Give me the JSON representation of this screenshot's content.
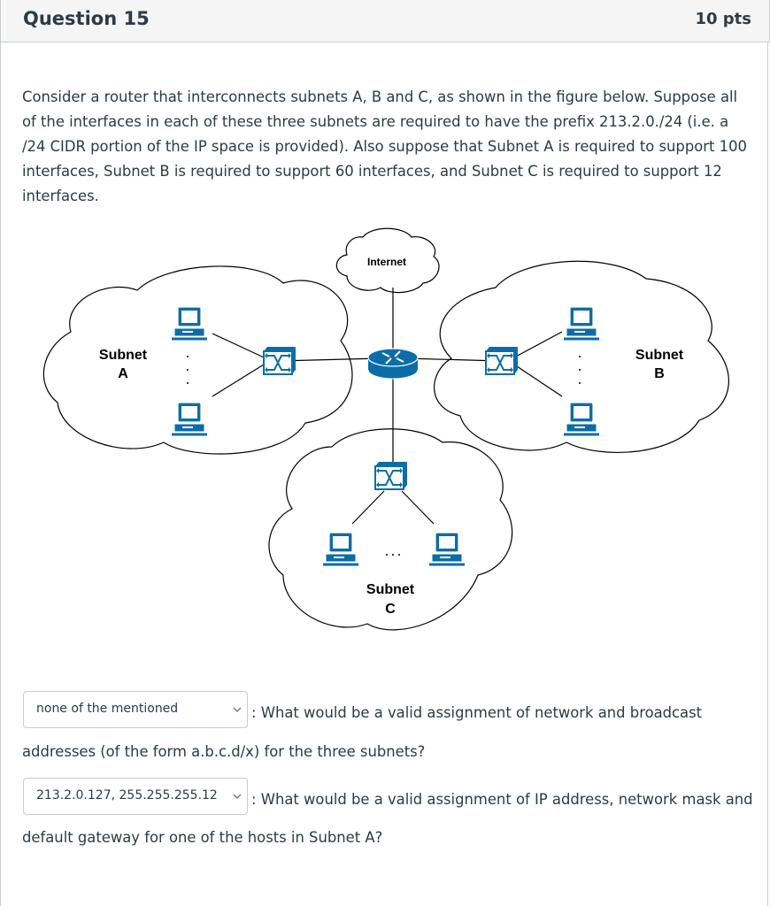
{
  "question": {
    "title": "Question 15",
    "points": "10 pts",
    "text": "Consider a router that interconnects subnets A, B and C, as shown in the figure below. Suppose all of the interfaces in each of these three subnets are required to have the prefix 213.2.0./24 (i.e. a /24 CIDR portion of the IP space is provided). Also suppose that Subnet A is required to support 100 interfaces, Subnet B is required to support 60 interfaces, and Subnet C is required to support 12 interfaces."
  },
  "diagram": {
    "internet_label": "Internet",
    "subnet_a": [
      "Subnet",
      "A"
    ],
    "subnet_b": [
      "Subnet",
      "B"
    ],
    "subnet_c": [
      "Subnet",
      "C"
    ],
    "colors": {
      "device": "#0b6da8",
      "line": "#000000"
    }
  },
  "answers": [
    {
      "selected": "none of the mentioned",
      "prompt": ": What would be a valid assignment of network and broadcast",
      "prompt_cont": "addresses (of the form a.b.c.d/x) for the three subnets?"
    },
    {
      "selected": "213.2.0.127, 255.255.255.12",
      "prompt": ": What would be a valid assignment of IP address, network mask and",
      "prompt_cont": "default gateway for one of the hosts in Subnet A?"
    }
  ]
}
